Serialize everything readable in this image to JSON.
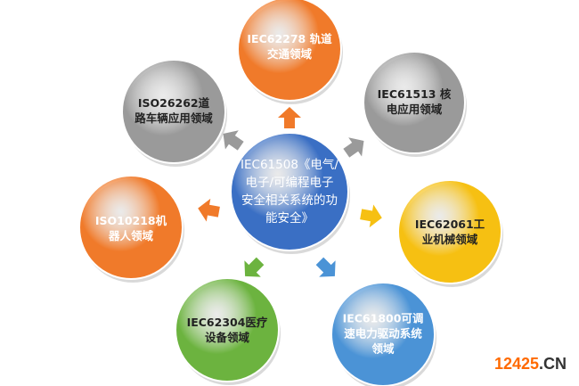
{
  "center": {
    "label": "IEC61508《电气/电子/可编程电子安全相关系统的功能安全》",
    "color": "#3a6fc4"
  },
  "nodes": [
    {
      "id": "top",
      "label": "IEC62278 轨道交通领域",
      "color": "#f07a2a"
    },
    {
      "id": "top-right",
      "label": "IEC61513 核电应用领域",
      "color": "#9a9a9a"
    },
    {
      "id": "right",
      "label": "IEC62061工业机械领域",
      "color": "#f6c012"
    },
    {
      "id": "bottom-right",
      "label": "IEC61800可调速电力驱动系统领域",
      "color": "#4b93d6"
    },
    {
      "id": "bottom-left",
      "label": "IEC62304医疗设备领域",
      "color": "#6cb33f"
    },
    {
      "id": "left",
      "label": "ISO10218机器人领域",
      "color": "#f07a2a"
    },
    {
      "id": "top-left",
      "label": "ISO26262道路车辆应用领域",
      "color": "#9a9a9a"
    }
  ],
  "watermark": {
    "number": "12425",
    "suffix": ".CN",
    "number_color": "#ff6a00",
    "suffix_color": "#333333"
  }
}
